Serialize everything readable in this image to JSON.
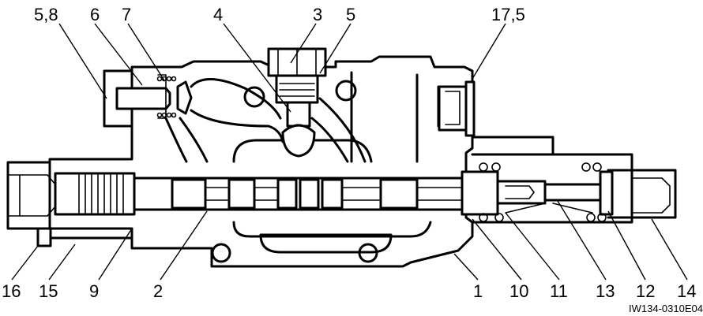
{
  "labels": {
    "l_5_8": "5,8",
    "l_6": "6",
    "l_7": "7",
    "l_4": "4",
    "l_3": "3",
    "l_5": "5",
    "l_17_5": "17,5",
    "l_16": "16",
    "l_15": "15",
    "l_9": "9",
    "l_2": "2",
    "l_1": "1",
    "l_10": "10",
    "l_11": "11",
    "l_13": "13",
    "l_12": "12",
    "l_14": "14"
  },
  "figure_code": "IW134-0310E04"
}
